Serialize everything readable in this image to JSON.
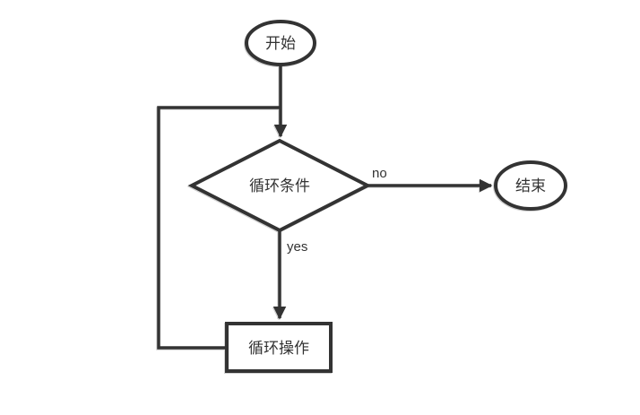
{
  "diagram": {
    "title": "loop flowchart",
    "background_color": "#ffffff",
    "line_color": "#333333",
    "text_color": "#333333",
    "nodes": {
      "start": {
        "type": "terminator-ellipse",
        "label": "开始"
      },
      "condition": {
        "type": "decision-diamond",
        "label": "循环条件"
      },
      "end": {
        "type": "terminator-ellipse",
        "label": "结束"
      },
      "operation": {
        "type": "process-rectangle",
        "label": "循环操作"
      }
    },
    "edges": {
      "start_to_condition": {
        "from": "start",
        "to": "condition",
        "label": ""
      },
      "condition_to_end": {
        "from": "condition",
        "to": "end",
        "label": "no"
      },
      "condition_to_operation": {
        "from": "condition",
        "to": "operation",
        "label": "yes"
      },
      "operation_loopback": {
        "from": "operation",
        "to": "condition",
        "label": ""
      }
    }
  }
}
